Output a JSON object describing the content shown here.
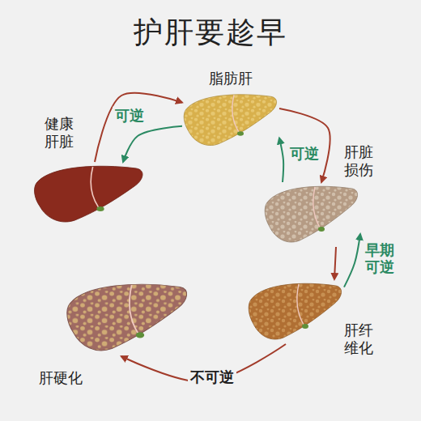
{
  "diagram": {
    "title": "护肝要趁早",
    "nodes": [
      {
        "text": [
          "健康 肝脏"
        ]
      },
      {
        "text": [
          "脂肪肝"
        ]
      },
      {
        "text": [
          "肝脏 损伤"
        ]
      },
      {
        "text": [
          "肝纤 维化"
        ]
      },
      {
        "text": [
          "肝硬化"
        ]
      }
    ],
    "edges": [
      {
        "from": 0,
        "to": 1,
        "arrow": "to"
      },
      {
        "from": 1,
        "to": 0,
        "label": "可逆",
        "arrow": "to"
      },
      {
        "from": 1,
        "to": 2,
        "arrow": "to"
      },
      {
        "from": 2,
        "to": 1,
        "label": "可逆",
        "arrow": "to"
      },
      {
        "from": 2,
        "to": 3,
        "arrow": "to"
      },
      {
        "from": 3,
        "to": 2,
        "label": "早期 可逆",
        "arrow": "to"
      },
      {
        "from": 3,
        "to": 4,
        "label": "不可逆",
        "arrow": "to"
      }
    ]
  }
}
